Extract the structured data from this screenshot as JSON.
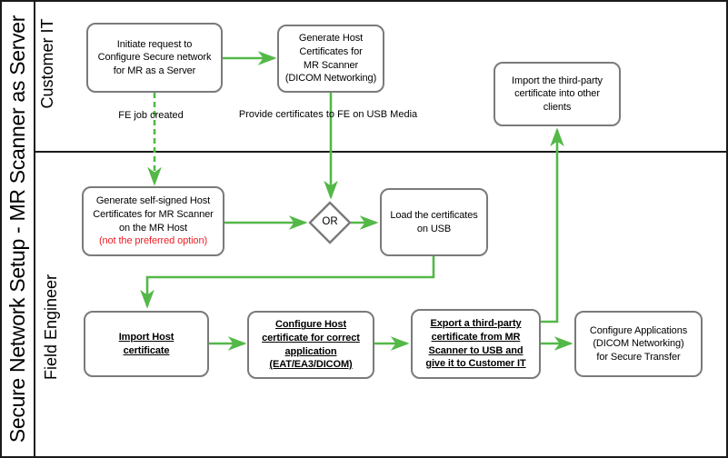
{
  "diagram": {
    "title": "Secure Network Setup - MR Scanner as Server",
    "lanes": [
      {
        "label": "Customer IT"
      },
      {
        "label": "Field Engineer"
      }
    ],
    "nodes": {
      "initiate": {
        "text": "Initiate request to\nConfigure Secure network\nfor MR as a Server"
      },
      "generate_host": {
        "text": "Generate Host\nCertificates for\nMR Scanner\n(DICOM Networking)"
      },
      "import_third_party": {
        "text": "Import the third-party\ncertificate into other\nclients"
      },
      "self_signed": {
        "text": "Generate self-signed Host\nCertificates for MR Scanner\non the MR Host",
        "note": "(not the preferred option)"
      },
      "or": {
        "label": "OR"
      },
      "load_usb": {
        "text": "Load the certificates\non USB"
      },
      "import_host": {
        "text": "Import Host\ncertificate"
      },
      "configure_host": {
        "text": "Configure Host\ncertificate for correct\napplication\n(EAT/EA3/DICOM)"
      },
      "export_third_party": {
        "text": "Export a third-party\ncertificate from MR\nScanner to USB and\ngive it to Customer IT"
      },
      "configure_apps": {
        "text": "Configure Applications\n(DICOM Networking)\nfor Secure Transfer"
      }
    },
    "edge_labels": {
      "fe_job": "FE job created",
      "provide_certs": "Provide certificates to FE on USB Media"
    },
    "colors": {
      "arrow_green": "#53b848",
      "box_border_gray": "#7a7a7a",
      "note_red": "#ed1c24",
      "frame_black": "#1a1a1a"
    }
  }
}
